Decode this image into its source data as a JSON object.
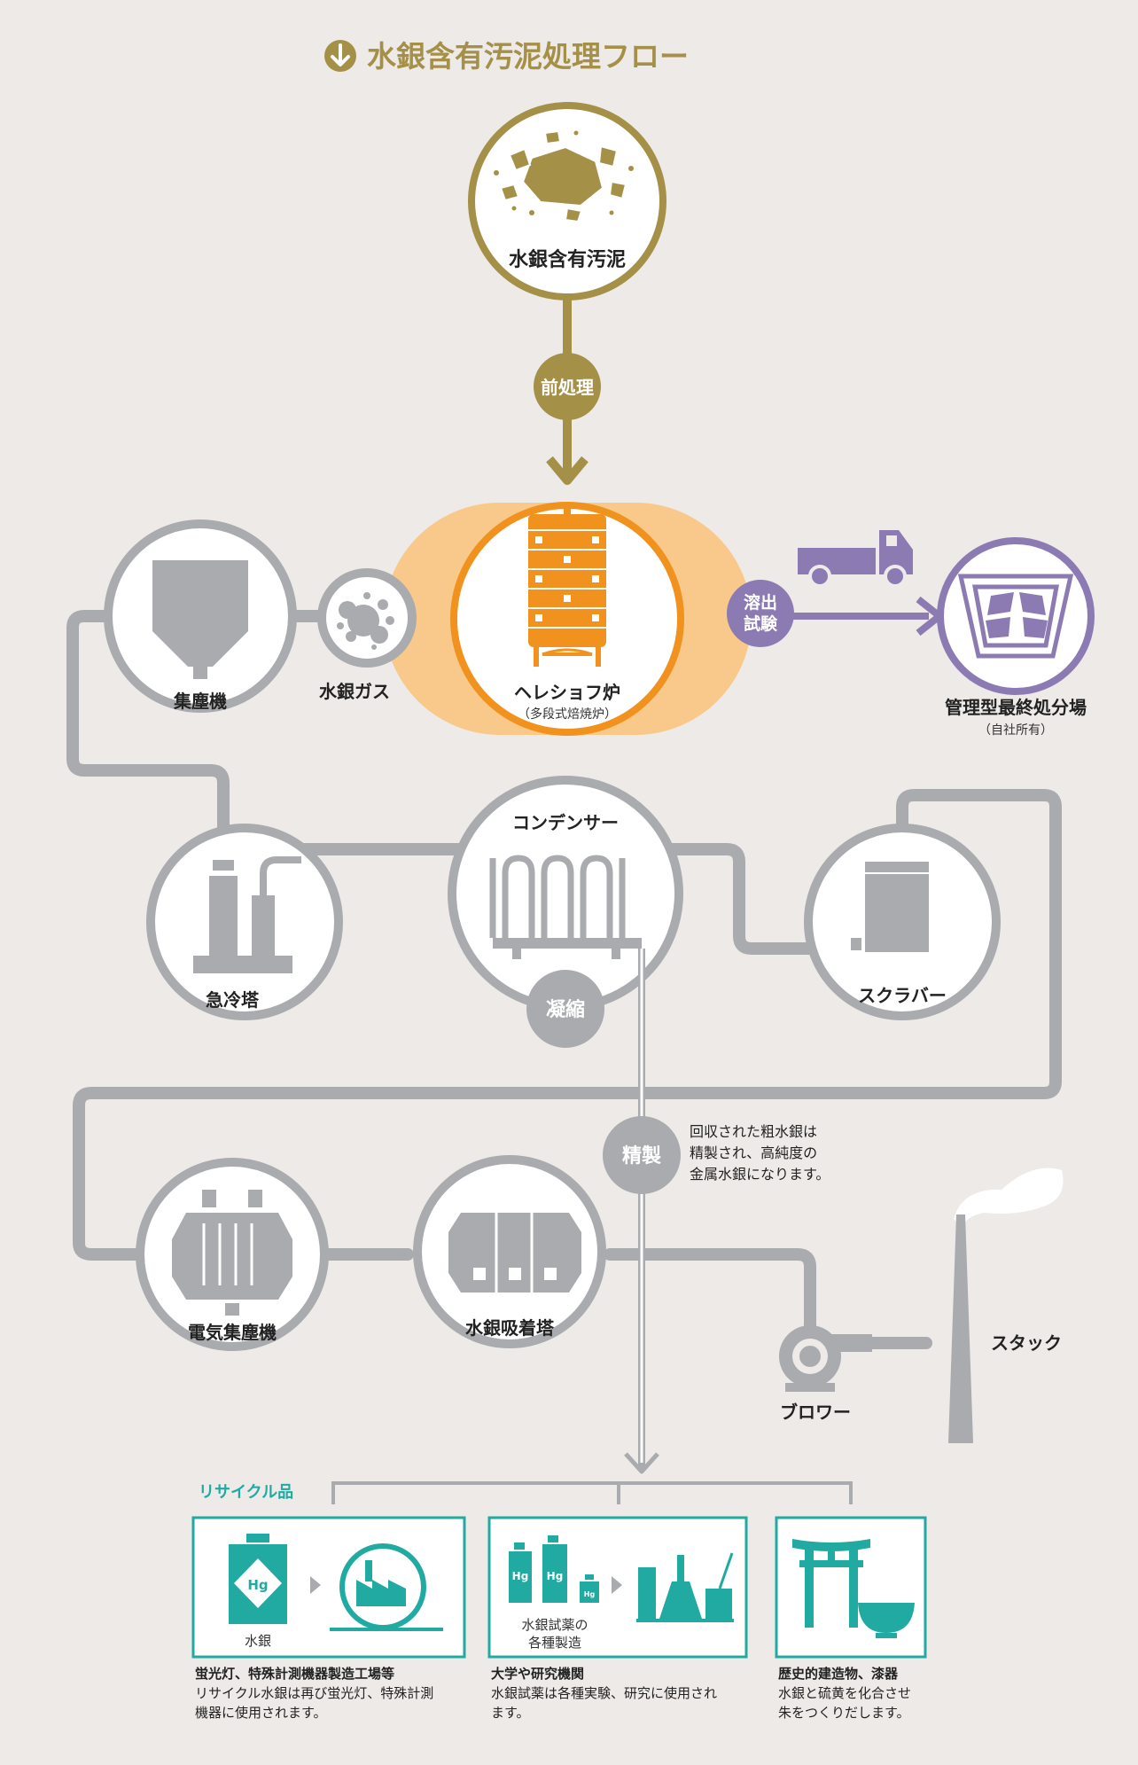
{
  "title": "水銀含有汚泥処理フロー",
  "colors": {
    "gold": "#a59048",
    "orange": "#f0921d",
    "orange_glow": "#f8c98a",
    "purple": "#8c7bb3",
    "gray": "#a9abae",
    "teal": "#20aaa2",
    "bg": "#eeeae7"
  },
  "icons": {
    "title_arrow": "down-arrow-circle-icon",
    "truck": "truck-icon",
    "pipe_arrow": "down-arrow-icon"
  },
  "nodes": {
    "sludge": "水銀含有汚泥",
    "pretreat": "前処理",
    "furnace": "ヘレショフ炉",
    "furnace_sub": "（多段式焙焼炉）",
    "elution": [
      "溶出",
      "試験"
    ],
    "landfill": "管理型最終処分場",
    "landfill_sub": "（自社所有）",
    "mercury_gas": "水銀ガス",
    "dust_collector": "集塵機",
    "quench_tower": "急冷塔",
    "condenser": "コンデンサー",
    "condense": "凝縮",
    "scrubber": "スクラバー",
    "refine": "精製",
    "refine_note": [
      "回収された粗水銀は",
      "精製され、高純度の",
      "金属水銀になります。"
    ],
    "esp": "電気集塵機",
    "adsorber": "水銀吸着塔",
    "blower": "ブロワー",
    "stack": "スタック"
  },
  "recycle": {
    "heading": "リサイクル品",
    "box1": {
      "badge": "Hg",
      "label": "水銀"
    },
    "box2": {
      "badge": "Hg",
      "label": [
        "水銀試薬の",
        "各種製造"
      ]
    },
    "items": [
      {
        "title": "蛍光灯、特殊計測機器製造工場等",
        "lines": [
          "リサイクル水銀は再び蛍光灯、特殊計測",
          "機器に使用されます。"
        ]
      },
      {
        "title": "大学や研究機関",
        "lines": [
          "水銀試薬は各種実験、研究に使用され",
          "ます。"
        ]
      },
      {
        "title": "歴史的建造物、漆器",
        "lines": [
          "水銀と硫黄を化合させ",
          "朱をつくりだします。"
        ]
      }
    ]
  }
}
